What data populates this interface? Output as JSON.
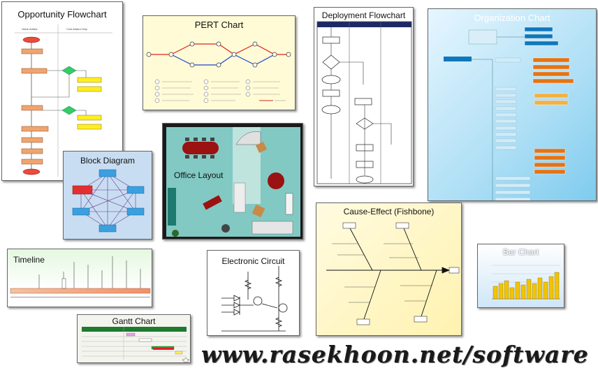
{
  "thumbnails": {
    "opportunity": {
      "title": "Opportunity Flowchart",
      "col_left": "Value Added",
      "col_right": "Cost Added Only"
    },
    "pert": {
      "title": "PERT Chart"
    },
    "deployment": {
      "title": "Deployment Flowchart"
    },
    "org": {
      "title": "Organization Chart"
    },
    "block": {
      "title": "Block Diagram"
    },
    "office": {
      "title": "Office Layout"
    },
    "timeline": {
      "title": "Timeline"
    },
    "circuit": {
      "title": "Electronic Circuit"
    },
    "fishbone": {
      "title": "Cause-Effect (Fishbone)"
    },
    "bar": {
      "title": "Bar Chart"
    },
    "gantt": {
      "title": "Gantt Chart"
    }
  },
  "footer": {
    "url": "www.rasekhoon.net/software"
  }
}
